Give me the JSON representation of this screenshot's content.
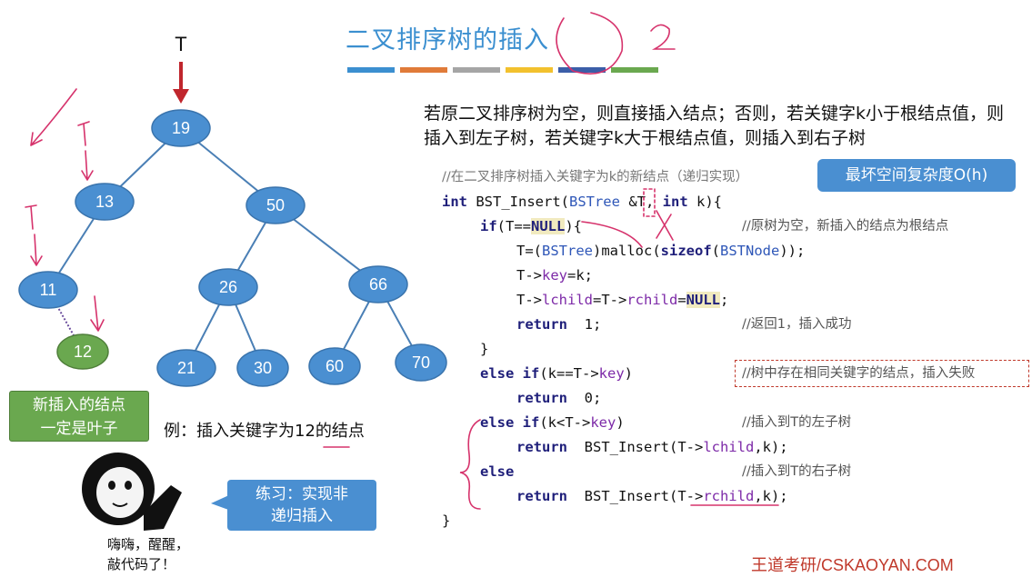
{
  "title": "二叉排序树的插入",
  "underline_colors": [
    "#3b8fd0",
    "#e07b39",
    "#a5a5a5",
    "#f2c12e",
    "#3b5ea8",
    "#6aa84f"
  ],
  "tree": {
    "root_pointer_label": "T",
    "nodes": [
      "19",
      "13",
      "50",
      "11",
      "26",
      "66",
      "12",
      "21",
      "30",
      "60",
      "70"
    ],
    "node_color": "#4a8fd1",
    "new_node_color": "#6aa84f"
  },
  "callout_leaf": {
    "line1": "新插入的结点",
    "line2": "一定是叶子"
  },
  "example_text": "例：插入关键字为12的结点",
  "description": "若原二叉排序树为空，则直接插入结点；否则，若关键字k小于根结点值，则插入到左子树，若关键字k大于根结点值，则插入到右子树",
  "code": {
    "comment_header": "//在二叉排序树插入关键字为k的新结点（递归实现）",
    "l1_kw": "int",
    "l1_fn": " BST_Insert(",
    "l1_ty": "BSTree",
    "l1_rest": " &T, ",
    "l1_kw2": "int",
    "l1_end": " k){",
    "l2_kw": "if",
    "l2_a": "(T==",
    "l2_null": "NULL",
    "l2_b": "){",
    "l2_comment": "//原树为空，新插入的结点为根结点",
    "l3_a": "T=(",
    "l3_ty": "BSTree",
    "l3_b": ")malloc(",
    "l3_kw": "sizeof",
    "l3_c": "(",
    "l3_ty2": "BSTNode",
    "l3_d": "));",
    "l4_a": "T->",
    "l4_f": "key",
    "l4_b": "=k;",
    "l5_a": "T->",
    "l5_f1": "lchild",
    "l5_b": "=T->",
    "l5_f2": "rchild",
    "l5_c": "=",
    "l5_null": "NULL",
    "l5_d": ";",
    "l6_kw": "return",
    "l6_val": "  1;",
    "l6_comment": "//返回1，插入成功",
    "l7": "}",
    "l8_kw": "else if",
    "l8_a": "(k==T->",
    "l8_f": "key",
    "l8_b": ")",
    "l8_comment": "//树中存在相同关键字的结点，插入失败",
    "l9_kw": "return",
    "l9_val": "  0;",
    "l10_kw": "else if",
    "l10_a": "(k<T->",
    "l10_f": "key",
    "l10_b": ")",
    "l10_comment": "//插入到T的左子树",
    "l11_kw": "return",
    "l11_a": "  BST_Insert(T->",
    "l11_f": "lchild",
    "l11_b": ",k);",
    "l12_kw": "else",
    "l12_comment": "//插入到T的右子树",
    "l13_kw": "return",
    "l13_a": "  BST_Insert(T->",
    "l13_f": "rchild",
    "l13_b": ",k);",
    "l14": "}"
  },
  "callout_complexity": "最坏空间复杂度O(h)",
  "practice_callout": {
    "line1": "练习：实现非",
    "line2": "递归插入"
  },
  "meme_caption": {
    "line1": "嗨嗨，醒醒，",
    "line2": "敲代码了！"
  },
  "footer": "王道考研/CSKAOYAN.COM",
  "annotation_color": "#d6336c"
}
